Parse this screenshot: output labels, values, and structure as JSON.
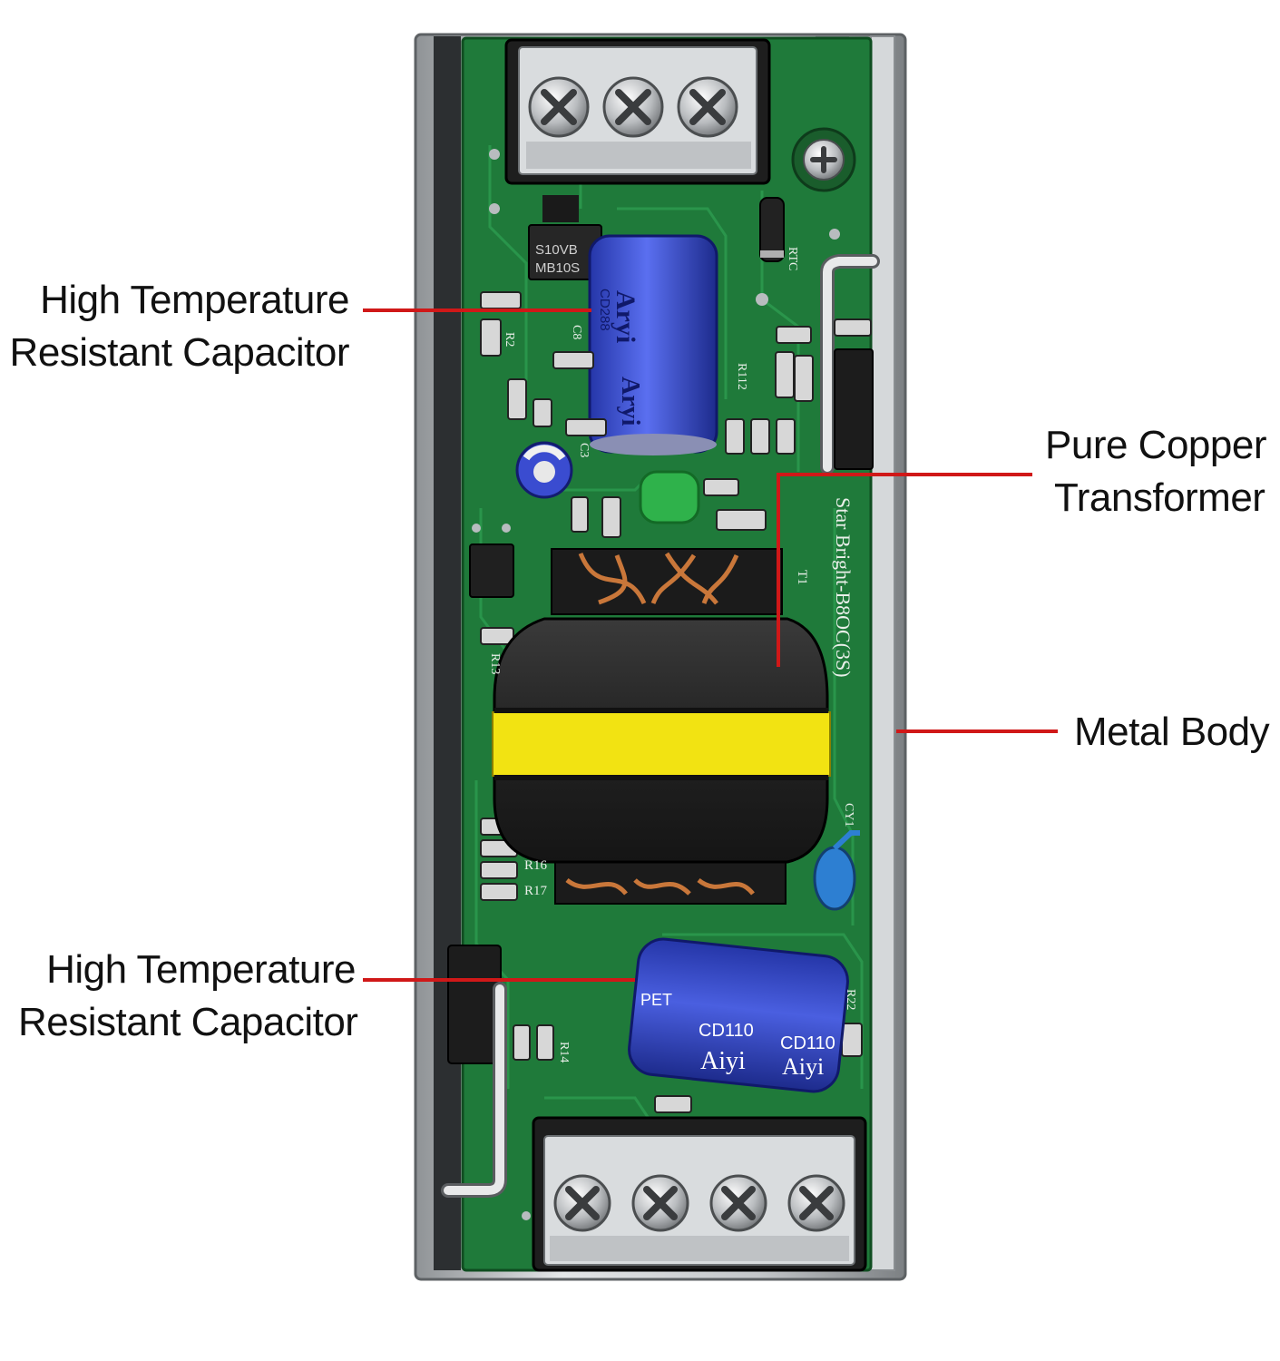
{
  "callouts": {
    "capacitor_top": {
      "line1": "High Temperature",
      "line2": "Resistant Capacitor"
    },
    "transformer": {
      "line1": "Pure Copper",
      "line2": "Transformer"
    },
    "metal_body": {
      "line1": "Metal Body"
    },
    "capacitor_bottom": {
      "line1": "High Temperature",
      "line2": "Resistant Capacitor"
    }
  },
  "board_markings": {
    "model": "Star Bright-B8OC(3S)",
    "bridge_line1": "S10VB",
    "bridge_line2": "MB10S",
    "cap_top_brand": "Aryi",
    "cap_top_model": "CD288",
    "cap_bottom_brand": "Aiyi",
    "cap_bottom_model": "CD110",
    "cap_bottom_pet": "PET",
    "ref_t1": "T1",
    "ref_r16": "R16",
    "ref_r17": "R17",
    "ref_r13": "R13",
    "ref_cy1": "CY1",
    "ref_rtc": "RTC",
    "ref_r12": "R112",
    "ref_c3": "C3",
    "ref_c8": "C8",
    "ref_r2": "R2",
    "ref_r14": "R14",
    "ref_r22": "R22"
  },
  "colors": {
    "pcb": "#1f7a3a",
    "pcb_dark": "#146028",
    "trace": "#2a8f47",
    "metal": "#c9cccf",
    "leader": "#d01818",
    "capacitor": "#3347c8",
    "transformer_tape": "#f2e312",
    "transformer_core": "#2a2a2a"
  }
}
